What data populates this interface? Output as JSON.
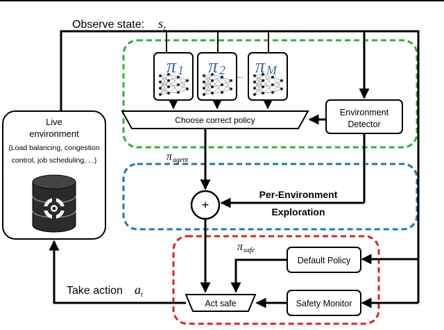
{
  "labels": {
    "observe_state": "Observe state:",
    "observe_sym": "s",
    "observe_sub": "t",
    "take_action": "Take action",
    "action_sym": "a",
    "action_sub": "t",
    "pi_symbol": "π",
    "policy_1_sub": "1",
    "policy_2_sub": "2",
    "policy_m_sub": "M",
    "ellipsis": "...",
    "choose_policy": "Choose correct policy",
    "env_detector_line1": "Environment",
    "env_detector_line2": "Detector",
    "pi_agent_sub": "agent",
    "pi_safe_sub": "safe",
    "plus": "+",
    "exploration_line1": "Per-Environment",
    "exploration_line2": "Exploration",
    "default_policy": "Default Policy",
    "safety_monitor": "Safety Monitor",
    "act_safe": "Act safe",
    "live_env_line1": "Live",
    "live_env_line2": "environment",
    "live_env_line3": "(Load balancing, congestion",
    "live_env_line4": "control, job scheduling, ...)"
  },
  "colors": {
    "green_region": "#2fb32f",
    "blue_region": "#1f78b4",
    "red_region": "#e02020",
    "policy_symbol": "#2f6db5",
    "lines": "#000000"
  },
  "icons": {
    "neural_net": "neural-network-icon",
    "database": "database-gear-icon"
  }
}
